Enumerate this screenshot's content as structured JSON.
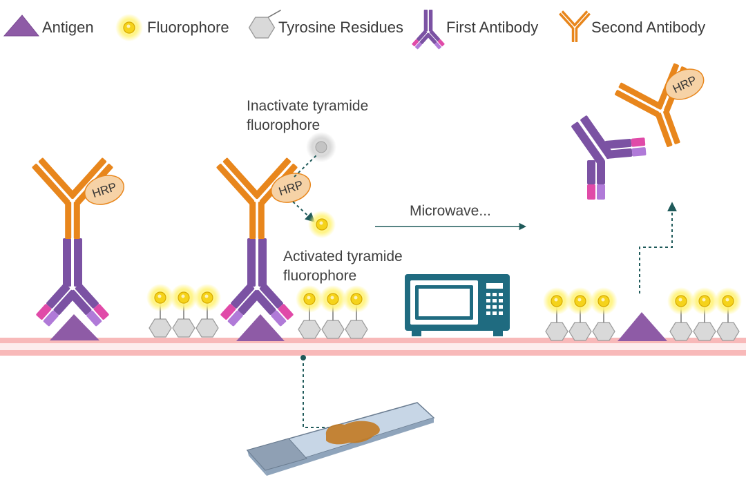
{
  "legend": {
    "antigen": "Antigen",
    "fluorophore": "Fluorophore",
    "tyrosine": "Tyrosine Residues",
    "first_antibody": "First Antibody",
    "second_antibody": "Second Antibody"
  },
  "labels": {
    "inactivate_line1": "Inactivate tyramide",
    "inactivate_line2": "fluorophore",
    "activated_line1": "Activated tyramide",
    "activated_line2": "fluorophore",
    "microwave": "Microwave...",
    "hrp": "HRP"
  },
  "colors": {
    "antigen": "#8e5ba6",
    "first_antibody": "#7b52a3",
    "first_antibody_tip_pink": "#e04aa8",
    "first_antibody_tip_violet": "#b07ad8",
    "second_antibody": "#e8861c",
    "hrp_fill": "#f6d2a6",
    "fluorophore": "#f7e22a",
    "fluorophore_glow": "#fff37a",
    "tyrosine": "#d9d9d9",
    "membrane": "#f8b9b9",
    "microwave": "#1f6b80",
    "arrow": "#1f5a5a"
  }
}
